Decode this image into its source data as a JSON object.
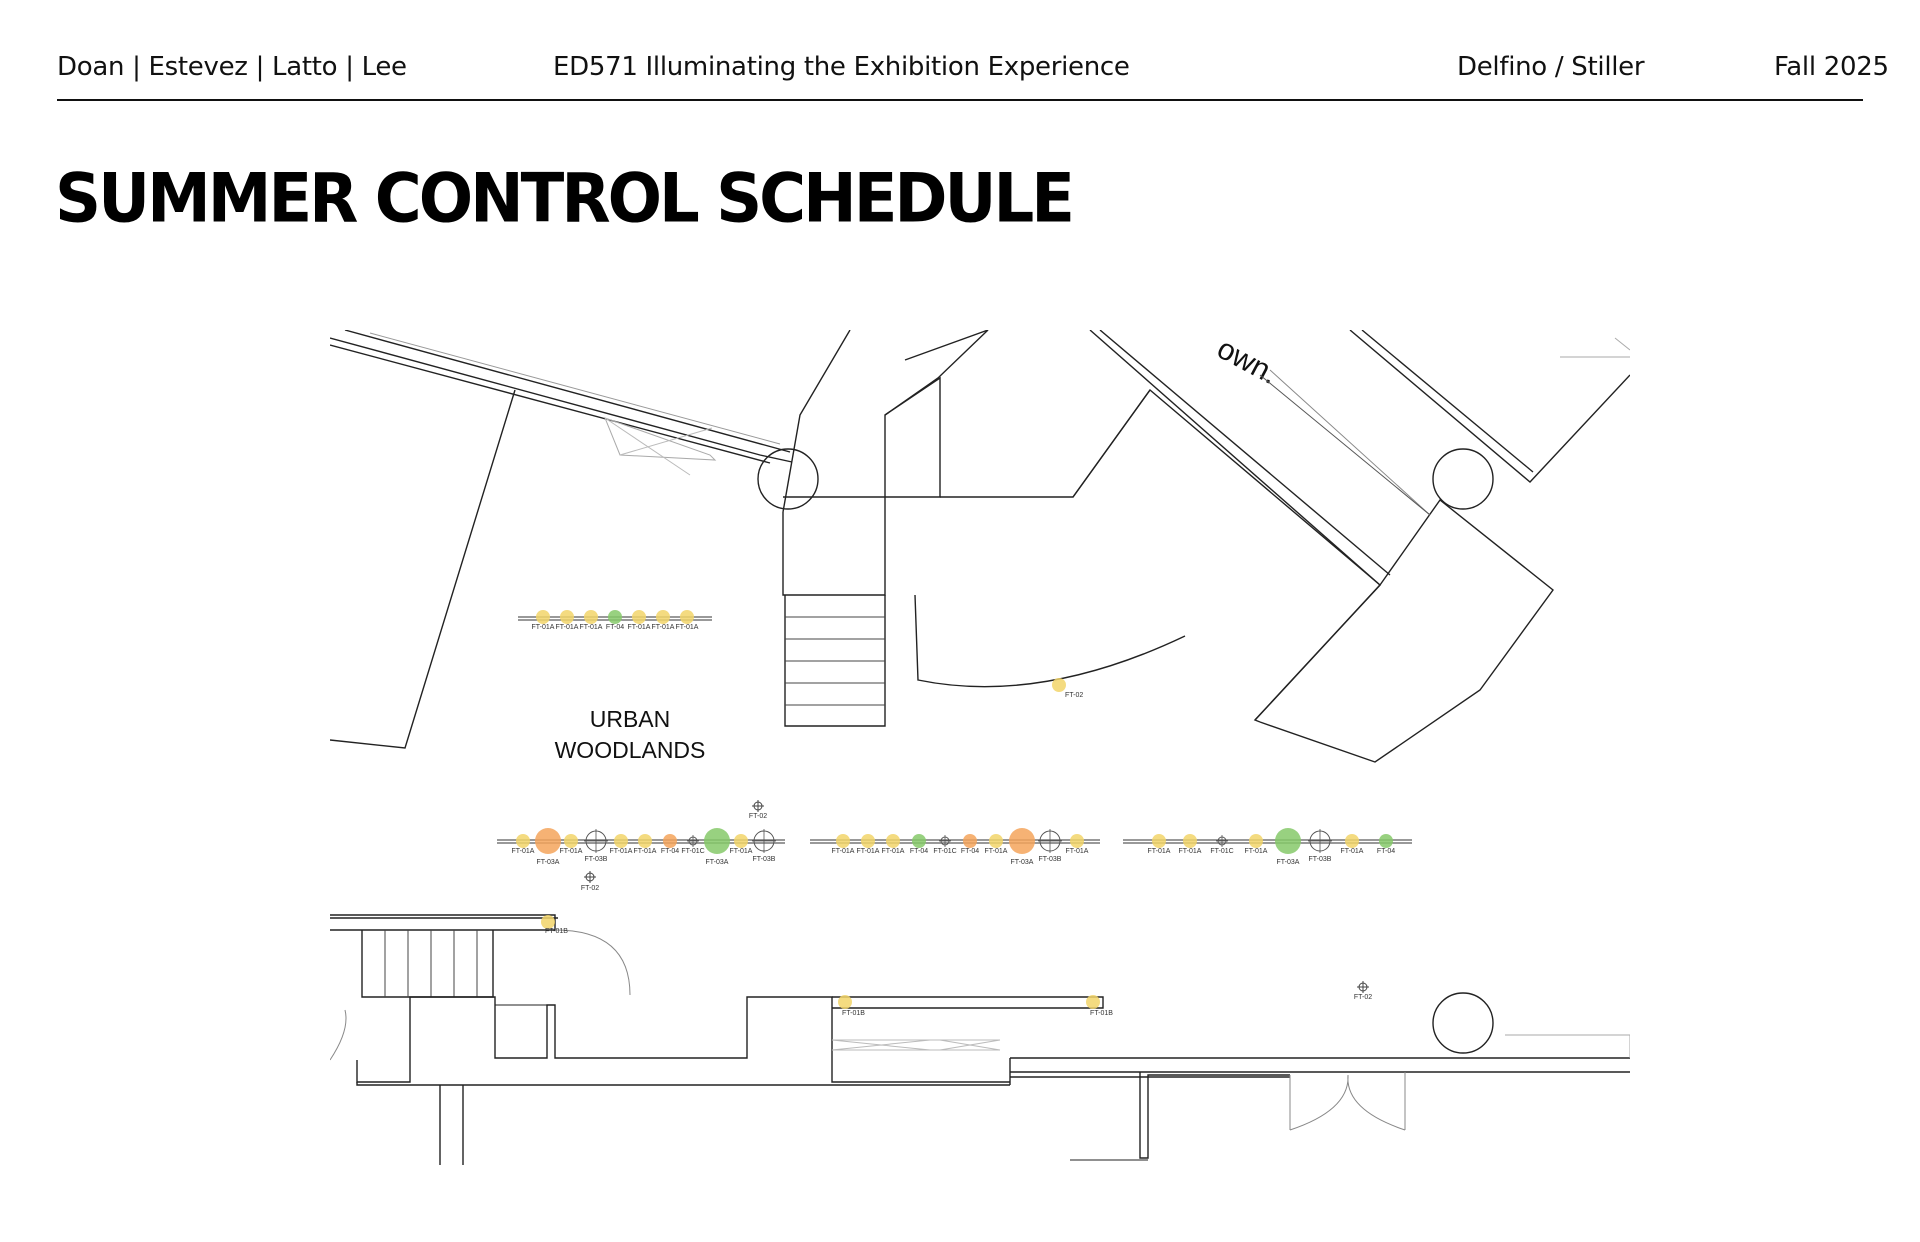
{
  "header": {
    "authors": "Doan | Estevez | Latto | Lee",
    "course": "ED571 Illuminating the Exhibition Experience",
    "instructors": "Delfino / Stiller",
    "term": "Fall 2025"
  },
  "title": "SUMMER CONTROL SCHEDULE",
  "plan": {
    "room_label_line1": "URBAN",
    "room_label_line2": "WOODLANDS",
    "fragment_text": "own.",
    "colors": {
      "yellow": "#f2d56a",
      "orange": "#f4a45c",
      "green": "#86c96a",
      "line": "#222222"
    },
    "track_top": [
      "FT-01A",
      "FT-01A",
      "FT-01A",
      "FT-04",
      "FT-01A",
      "FT-01A",
      "FT-01A"
    ],
    "track_mid_1": [
      "FT-01A",
      "FT-03A",
      "FT-01A",
      "FT-03B",
      "FT-01A",
      "FT-01A",
      "FT-04",
      "FT-01C",
      "FT-03A",
      "FT-01A",
      "FT-03B"
    ],
    "track_mid_2": [
      "FT-01A",
      "FT-01A",
      "FT-01A",
      "FT-04",
      "FT-01C",
      "FT-04",
      "FT-01A",
      "FT-03A",
      "FT-03B",
      "FT-01A"
    ],
    "track_mid_3": [
      "FT-01A",
      "FT-01A",
      "FT-01C",
      "FT-01A",
      "FT-03A",
      "FT-03B",
      "FT-01A",
      "FT-04"
    ],
    "single_labels": {
      "ft02_a": "FT-02",
      "ft02_b": "FT-02",
      "ft02_c": "FT-02",
      "ft02_d": "FT-02",
      "ft01b_a": "FT-01B",
      "ft01b_b": "FT-01B",
      "ft01b_c": "FT-01B"
    }
  }
}
